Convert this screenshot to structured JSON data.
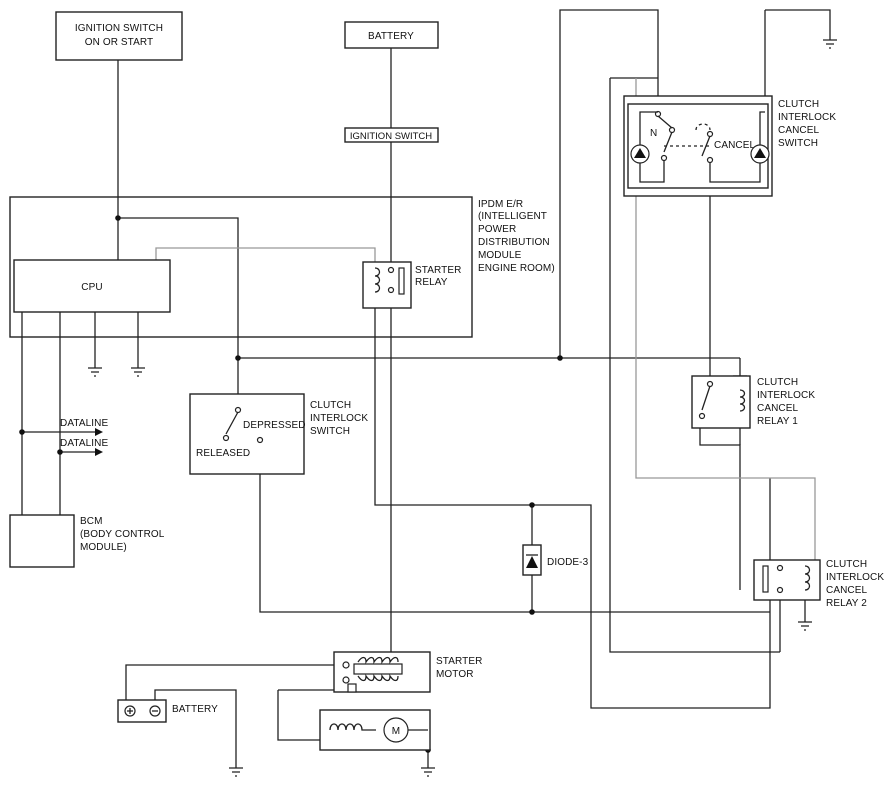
{
  "labels": {
    "ignition_switch_on_start_1": "IGNITION SWITCH",
    "ignition_switch_on_start_2": "ON OR START",
    "battery_top": "BATTERY",
    "ignition_switch": "IGNITION SWITCH",
    "ipdm_1": "IPDM E/R",
    "ipdm_2": "(INTELLIGENT",
    "ipdm_3": "POWER",
    "ipdm_4": "DISTRIBUTION",
    "ipdm_5": "MODULE",
    "ipdm_6": "ENGINE ROOM)",
    "cpu": "CPU",
    "starter_relay_1": "STARTER",
    "starter_relay_2": "RELAY",
    "dataline_1": "DATALINE",
    "dataline_2": "DATALINE",
    "bcm_1": "BCM",
    "bcm_2": "(BODY CONTROL",
    "bcm_3": "MODULE)",
    "cis_1": "CLUTCH",
    "cis_2": "INTERLOCK",
    "cis_3": "SWITCH",
    "depressed": "DEPRESSED",
    "released": "RELEASED",
    "cics_1": "CLUTCH",
    "cics_2": "INTERLOCK",
    "cics_3": "CANCEL",
    "cics_4": "SWITCH",
    "n": "N",
    "cancel": "CANCEL",
    "cicr1_1": "CLUTCH",
    "cicr1_2": "INTERLOCK",
    "cicr1_3": "CANCEL",
    "cicr1_4": "RELAY 1",
    "cicr2_1": "CLUTCH",
    "cicr2_2": "INTERLOCK",
    "cicr2_3": "CANCEL",
    "cicr2_4": "RELAY 2",
    "diode": "DIODE-3",
    "starter_motor_1": "STARTER",
    "starter_motor_2": "MOTOR",
    "battery_bottom": "BATTERY",
    "motor_m": "M"
  }
}
